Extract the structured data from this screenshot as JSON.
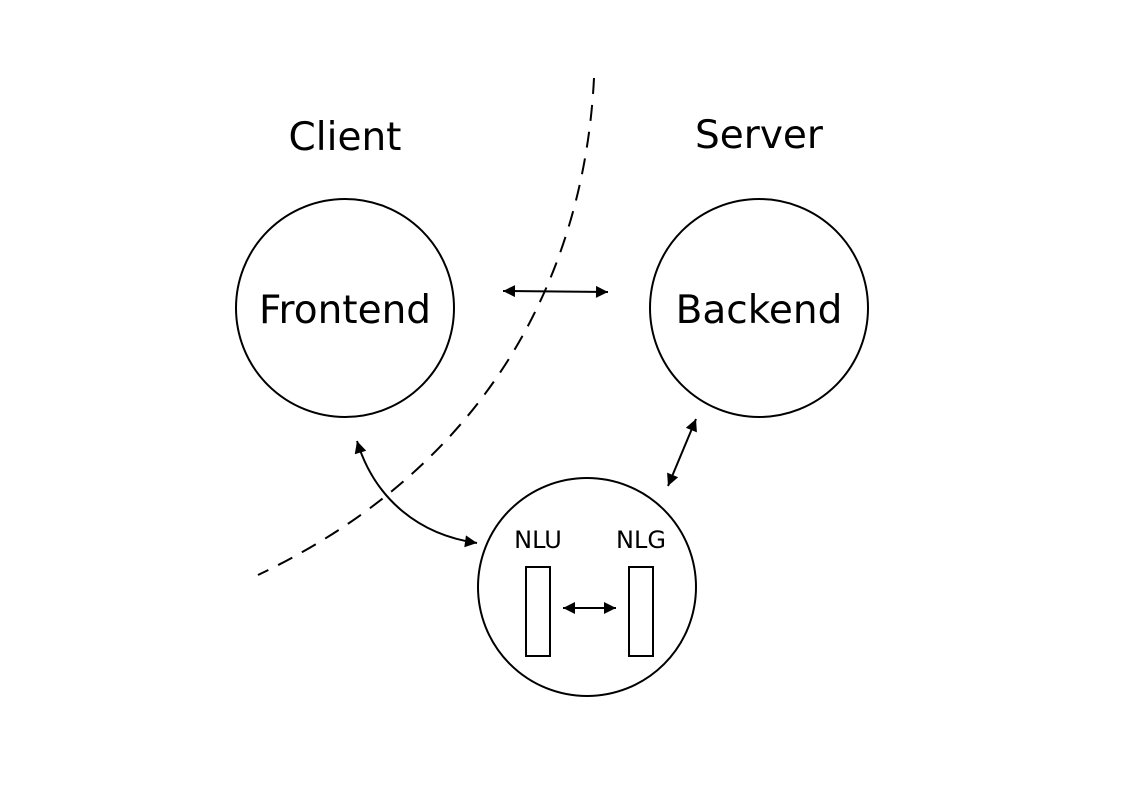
{
  "diagram": {
    "zone_labels": {
      "client": "Client",
      "server": "Server"
    },
    "nodes": {
      "frontend": "Frontend",
      "backend": "Backend",
      "nlu": "NLU",
      "nlg": "NLG"
    },
    "connections": [
      {
        "from": "Frontend",
        "to": "Backend",
        "direction": "bidirectional"
      },
      {
        "from": "Frontend",
        "to": "NLU/NLG",
        "direction": "bidirectional"
      },
      {
        "from": "Backend",
        "to": "NLU/NLG",
        "direction": "bidirectional"
      },
      {
        "from": "NLU",
        "to": "NLG",
        "direction": "bidirectional"
      }
    ],
    "boundary": "dashed"
  }
}
